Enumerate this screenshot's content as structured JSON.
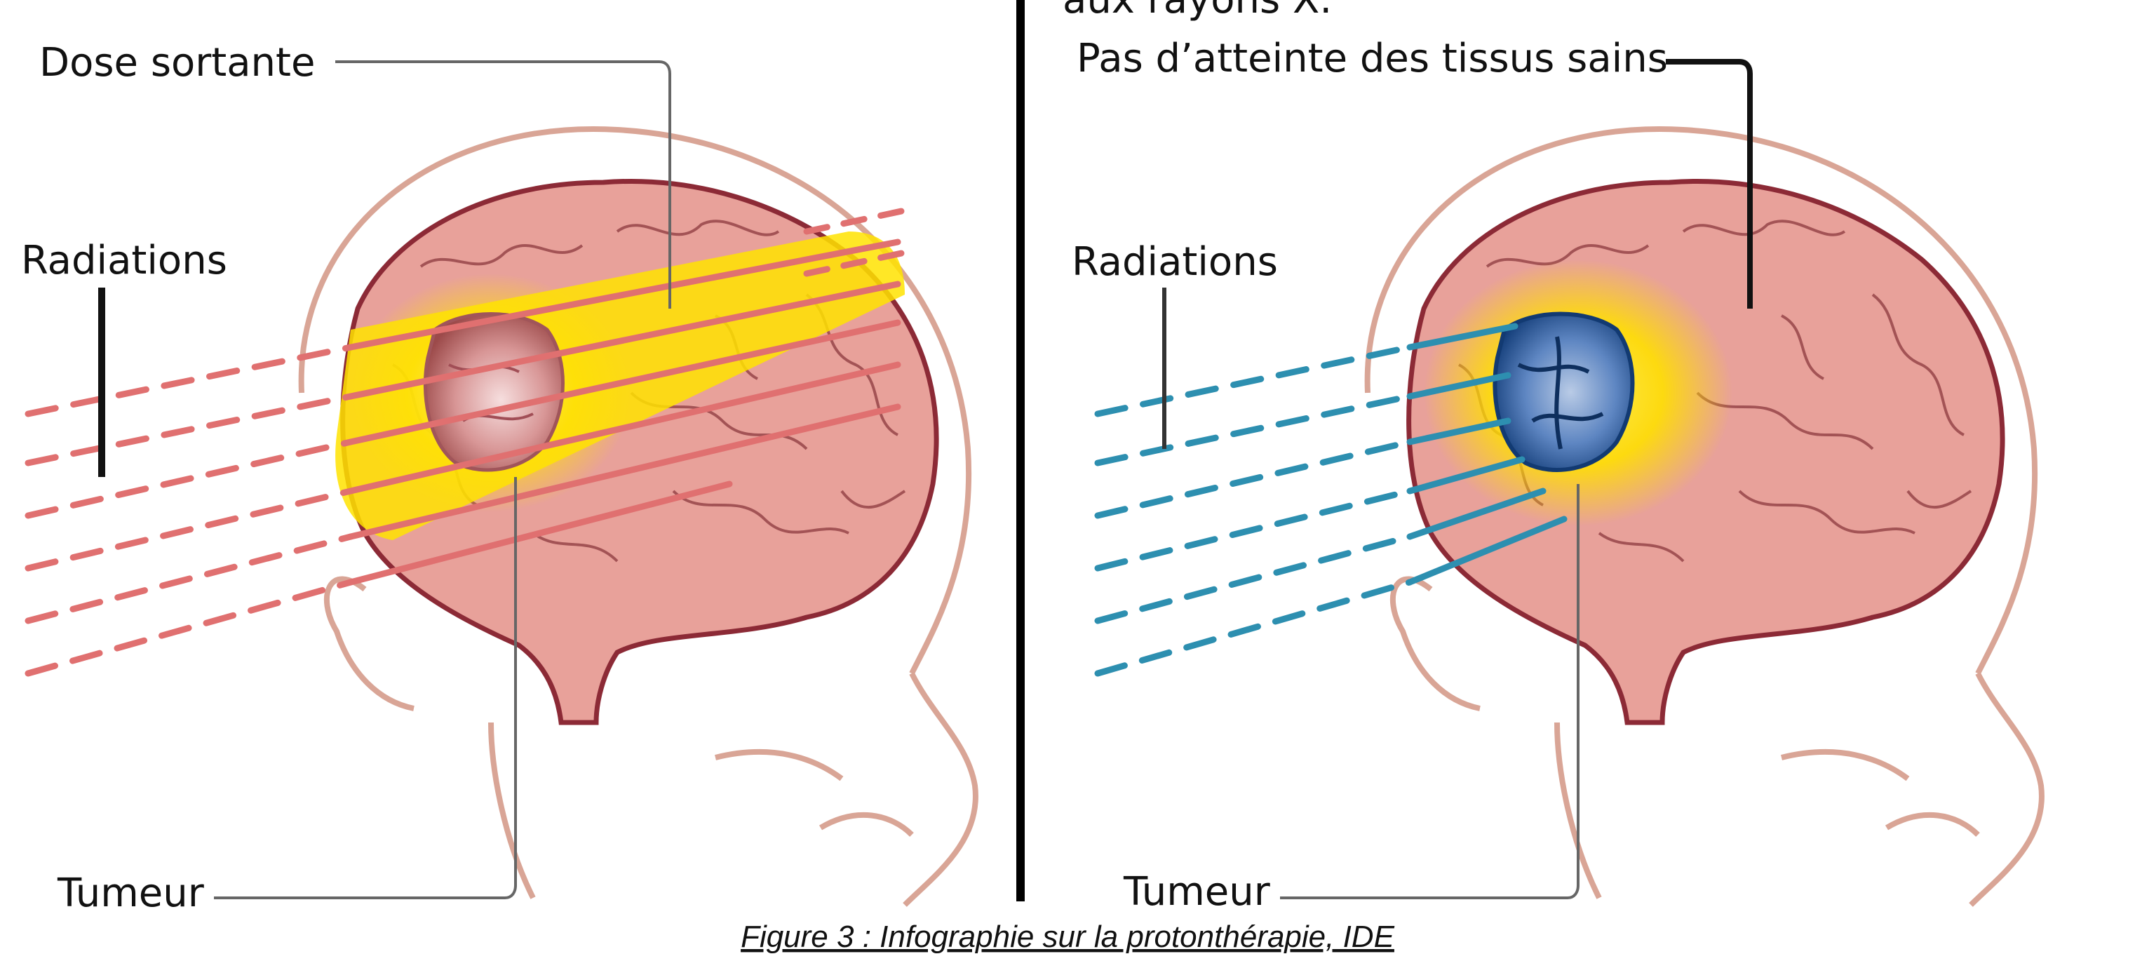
{
  "left_panel": {
    "label_outgoing_dose": "Dose sortante",
    "label_radiations": "Radiations",
    "label_tumor": "Tumeur"
  },
  "right_panel": {
    "partial_heading": "aux rayons X.",
    "label_healthy_tissue": "Pas d’atteinte des tissus sains",
    "label_radiations": "Radiations",
    "label_tumor": "Tumeur"
  },
  "caption": "Figure 3 : Infographie sur la protonthérapie, IDE",
  "colors": {
    "brain_fill": "#e8a19a",
    "brain_outline": "#8c2a36",
    "fold_lines": "#8c3a3e",
    "skin_outline": "#d9a596",
    "xray_beam": "#e07070",
    "dose_glow": "#ffe000",
    "proton_beam": "#2d8fb0",
    "tumor_blue": "#1f5a9e",
    "tumor_red": "#c97a7a",
    "divider": "#000000",
    "leader_line": "#666666"
  }
}
